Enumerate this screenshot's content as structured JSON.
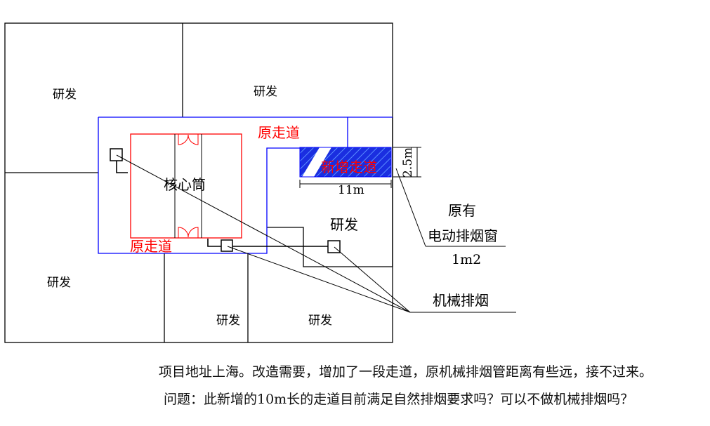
{
  "colors": {
    "wall": "#000000",
    "corridor_outline": "#0000ff",
    "core_outline": "#ff0000",
    "new_corridor_fill": "#1a2ee0",
    "label_red": "#ff0000"
  },
  "labels": {
    "room_top_left": "研发",
    "room_top_right": "研发",
    "room_right_mid": "研发",
    "room_bottom_left": "研发",
    "room_bottom_mid": "研发",
    "room_bottom_right": "研发",
    "core": "核心筒",
    "original_corridor_top": "原走道",
    "original_corridor_left": "原走道",
    "new_corridor": "新增走道",
    "dim_width": "11m",
    "dim_height": "2.5m",
    "smoke_window_line1": "原有",
    "smoke_window_line2": "电动排烟窗",
    "smoke_window_area": "1m2",
    "mechanical_smoke": "机械排烟"
  },
  "caption": {
    "line1": "项目地址上海。改造需要，增加了一段走道，原机械排烟管距离有些远，接不过来。",
    "line2": "问题：此新增的10m长的走道目前满足自然排烟要求吗？可以不做机械排烟吗？"
  }
}
